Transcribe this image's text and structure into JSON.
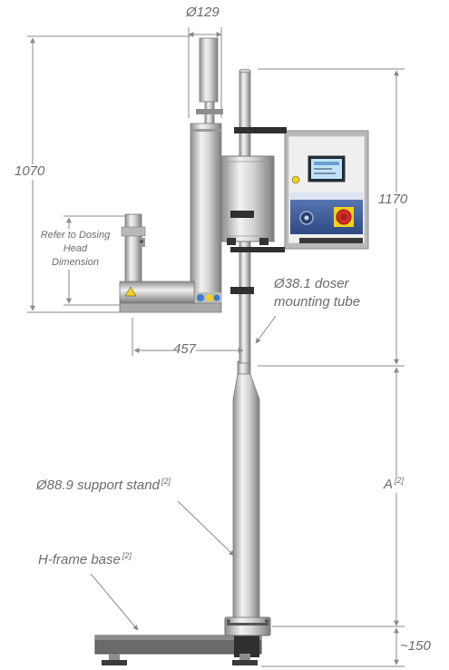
{
  "labels": {
    "diameter_top": "Ø129",
    "height_1070": "1070",
    "height_1170": "1170",
    "dosing_note": "Refer to Dosing Head Dimension",
    "tube_line1": "Ø38.1 doser",
    "tube_line2": "mounting tube",
    "reach_457": "457",
    "stand_text": "Ø88.9 support stand",
    "stand_ref": "[2]",
    "a_text": "A",
    "a_ref": "[2]",
    "base_text": "H-frame base",
    "base_ref": "[2]",
    "base_height": "~150"
  },
  "colors": {
    "dimension_line": "#8a8a8a",
    "dimension_text": "#6b6b6b",
    "steel_light": "#e3e3e3",
    "steel_dark": "#9a9a9a",
    "control_panel_blue": "#3d5c9a",
    "stop_button_red": "#d62b2b",
    "stop_button_yellow": "#f2d21b",
    "base_dark": "#5a5a5a"
  }
}
